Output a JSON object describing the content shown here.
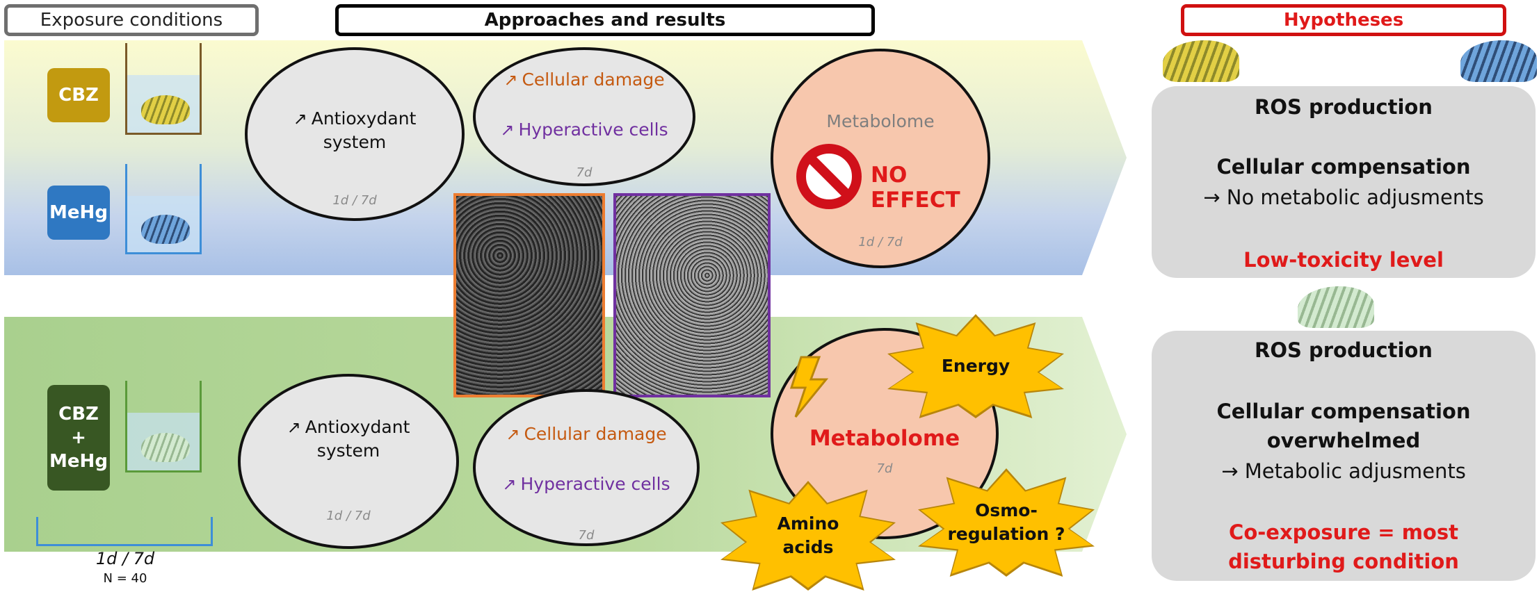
{
  "headers": {
    "exposure": "Exposure conditions",
    "approaches": "Approaches and results",
    "hypotheses": "Hypotheses"
  },
  "exposure": {
    "cbz": "CBZ",
    "mehg": "MeHg",
    "mix_line1": "CBZ",
    "mix_line2": "+",
    "mix_line3": "MeHg",
    "duration": "1d / 7d",
    "n": "N = 40"
  },
  "top": {
    "antioxidant_line1": "Antioxydant",
    "antioxidant_line2": "system",
    "antioxidant_time": "1d / 7d",
    "damage": "Cellular damage",
    "hyperactive": "Hyperactive cells",
    "cells_time": "7d",
    "metabolome": "Metabolome",
    "no_effect": "NO EFFECT",
    "metabolome_time": "1d / 7d"
  },
  "bottom": {
    "antioxidant_line1": "Antioxydant",
    "antioxidant_line2": "system",
    "antioxidant_time": "1d / 7d",
    "damage": "Cellular damage",
    "hyperactive": "Hyperactive cells",
    "cells_time": "7d",
    "metabolome": "Metabolome",
    "metabolome_time": "7d",
    "energy": "Energy",
    "amino_line1": "Amino",
    "amino_line2": "acids",
    "osmo_line1": "Osmo-",
    "osmo_line2": "regulation ?"
  },
  "hypotheses": {
    "box1": {
      "title": "ROS production",
      "line1": "Cellular compensation",
      "line2": "→ No metabolic adjusments",
      "conclusion": "Low-toxicity level"
    },
    "box2": {
      "title": "ROS production",
      "line1": "Cellular compensation",
      "line2": "overwhelmed",
      "line3": "→ Metabolic adjusments",
      "conclusion_line1": "Co-exposure = most",
      "conclusion_line2": "disturbing condition"
    }
  },
  "colors": {
    "cbz": "#c29a10",
    "mehg": "#2f78c2",
    "mix": "#385723",
    "damage": "#c55a11",
    "hyperactive": "#7030a0",
    "alert_red": "#e01a1a",
    "burst": "#ffc000"
  },
  "icons": [
    "oyster-yellow-icon",
    "oyster-blue-icon",
    "oyster-green-icon",
    "no-entry-icon",
    "lightning-icon",
    "arrow-up-right-icon"
  ]
}
